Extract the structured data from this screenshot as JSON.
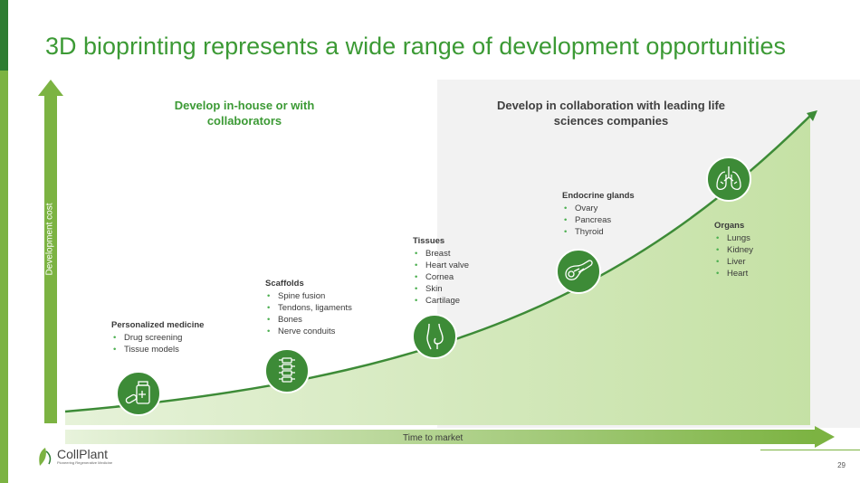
{
  "slide": {
    "title": "3D bioprinting represents a wide range of development opportunities",
    "page_number": "29"
  },
  "axes": {
    "y_label": "Development cost",
    "x_label": "Time to market"
  },
  "headers": {
    "in_house": "Develop in-house or with collaborators",
    "collaboration": "Develop in collaboration with leading life sciences companies"
  },
  "groups": [
    {
      "title": "Personalized medicine",
      "items": [
        "Drug screening",
        "Tissue models"
      ],
      "icon": "medicine-bottle-icon"
    },
    {
      "title": "Scaffolds",
      "items": [
        "Spine fusion",
        "Tendons, ligaments",
        "Bones",
        "Nerve conduits"
      ],
      "icon": "spine-icon"
    },
    {
      "title": "Tissues",
      "items": [
        "Breast",
        "Heart valve",
        "Cornea",
        "Skin",
        "Cartilage"
      ],
      "icon": "breast-icon"
    },
    {
      "title": "Endocrine glands",
      "items": [
        "Ovary",
        "Pancreas",
        "Thyroid"
      ],
      "icon": "pancreas-icon"
    },
    {
      "title": "Organs",
      "items": [
        "Lungs",
        "Kidney",
        "Liver",
        "Heart"
      ],
      "icon": "lungs-icon"
    }
  ],
  "logo": {
    "name": "CollPlant",
    "tagline": "Pioneering Regenerative Medicine"
  },
  "colors": {
    "title_green": "#3c9a35",
    "icon_green": "#3d8b37",
    "accent_light_green": "#7cb342",
    "area_green": "#c5e1a5"
  }
}
